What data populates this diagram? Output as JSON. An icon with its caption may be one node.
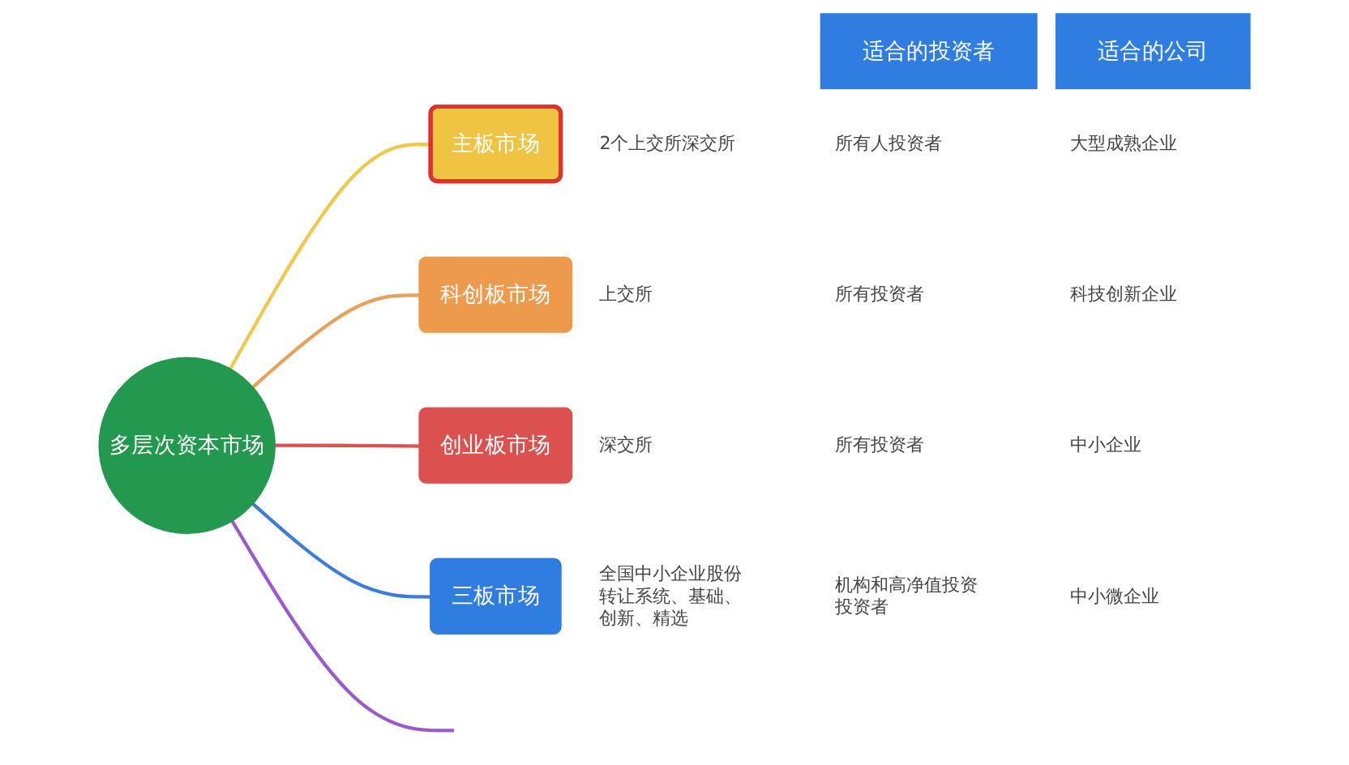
{
  "diagram": {
    "nodes": [
      {
        "text": [
          "适合的投资者"
        ]
      },
      {
        "text": [
          "适合的公司"
        ]
      },
      {
        "text": [
          "多层次资本市场"
        ]
      },
      {
        "text": [
          "主板市场"
        ],
        "beside": [
          "2个上交所深交所"
        ]
      },
      {
        "text": [
          "科创板市场"
        ],
        "beside": [
          "上交所"
        ]
      },
      {
        "text": [
          "创业板市场"
        ],
        "beside": [
          "深交所"
        ]
      },
      {
        "text": [
          "三板市场"
        ],
        "beside": [
          "全国中小企业股份转让系统、基础、创新、精选"
        ]
      }
    ],
    "edges": [
      {
        "from": 2,
        "to": 3,
        "arrow": "none",
        "color": "#f0c84a"
      },
      {
        "from": 2,
        "to": 4,
        "arrow": "none",
        "color": "#e8a05a"
      },
      {
        "from": 2,
        "to": 5,
        "arrow": "none",
        "color": "#d9534f"
      },
      {
        "from": 2,
        "to": 6,
        "arrow": "none",
        "color": "#3b7dd8"
      },
      {
        "from": 2,
        "to": null,
        "arrow": "none",
        "color": "#9b59d0"
      }
    ],
    "labels": [
      "所有人投资者",
      "大型成熟企业",
      "所有投资者",
      "科技创新企业",
      "所有投资者",
      "中小企业",
      "机构和高净值投资投资者",
      "中小微企业"
    ]
  }
}
